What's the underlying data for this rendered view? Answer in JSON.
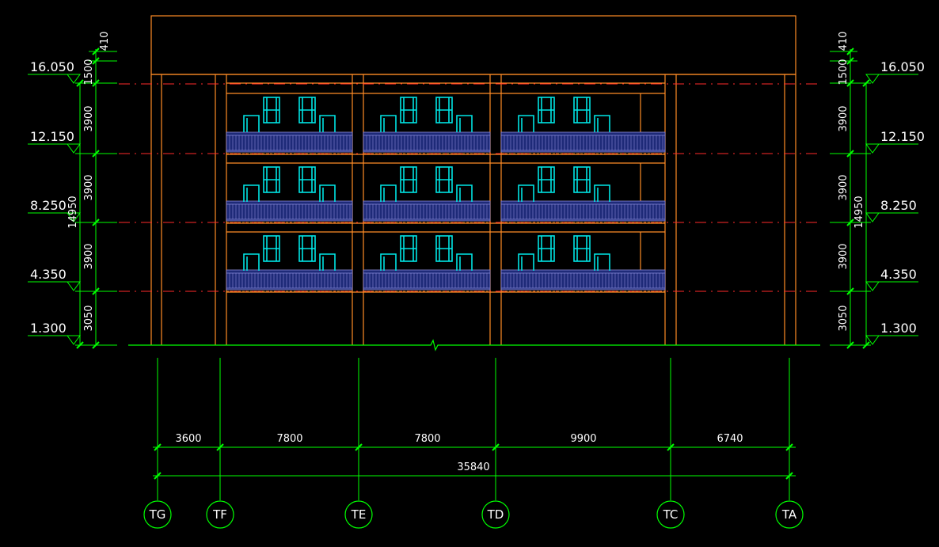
{
  "drawing": {
    "colors": {
      "background": "#000000",
      "frame": "#ff8c26",
      "grid_dash": "#ff2a2a",
      "dimension": "#00ff00",
      "window": "#00e5e5",
      "railing": "#1e2a78",
      "railing_bars": "#8a8ad8",
      "text": "#ffffff"
    },
    "levels": [
      {
        "label": "16.050",
        "value": 16.05
      },
      {
        "label": "12.150",
        "value": 12.15
      },
      {
        "label": "8.250",
        "value": 8.25
      },
      {
        "label": "4.350",
        "value": 4.35
      },
      {
        "label": "1.300",
        "value": 1.3
      }
    ],
    "vertical_dims": [
      "410",
      "1500",
      "3900",
      "3900",
      "3900",
      "3050"
    ],
    "vertical_total": "14950",
    "span_dims": [
      "3600",
      "7800",
      "7800",
      "9900",
      "6740"
    ],
    "total_dim": "35840",
    "axes": [
      "TG",
      "TF",
      "TE",
      "TD",
      "TC",
      "TA"
    ]
  }
}
